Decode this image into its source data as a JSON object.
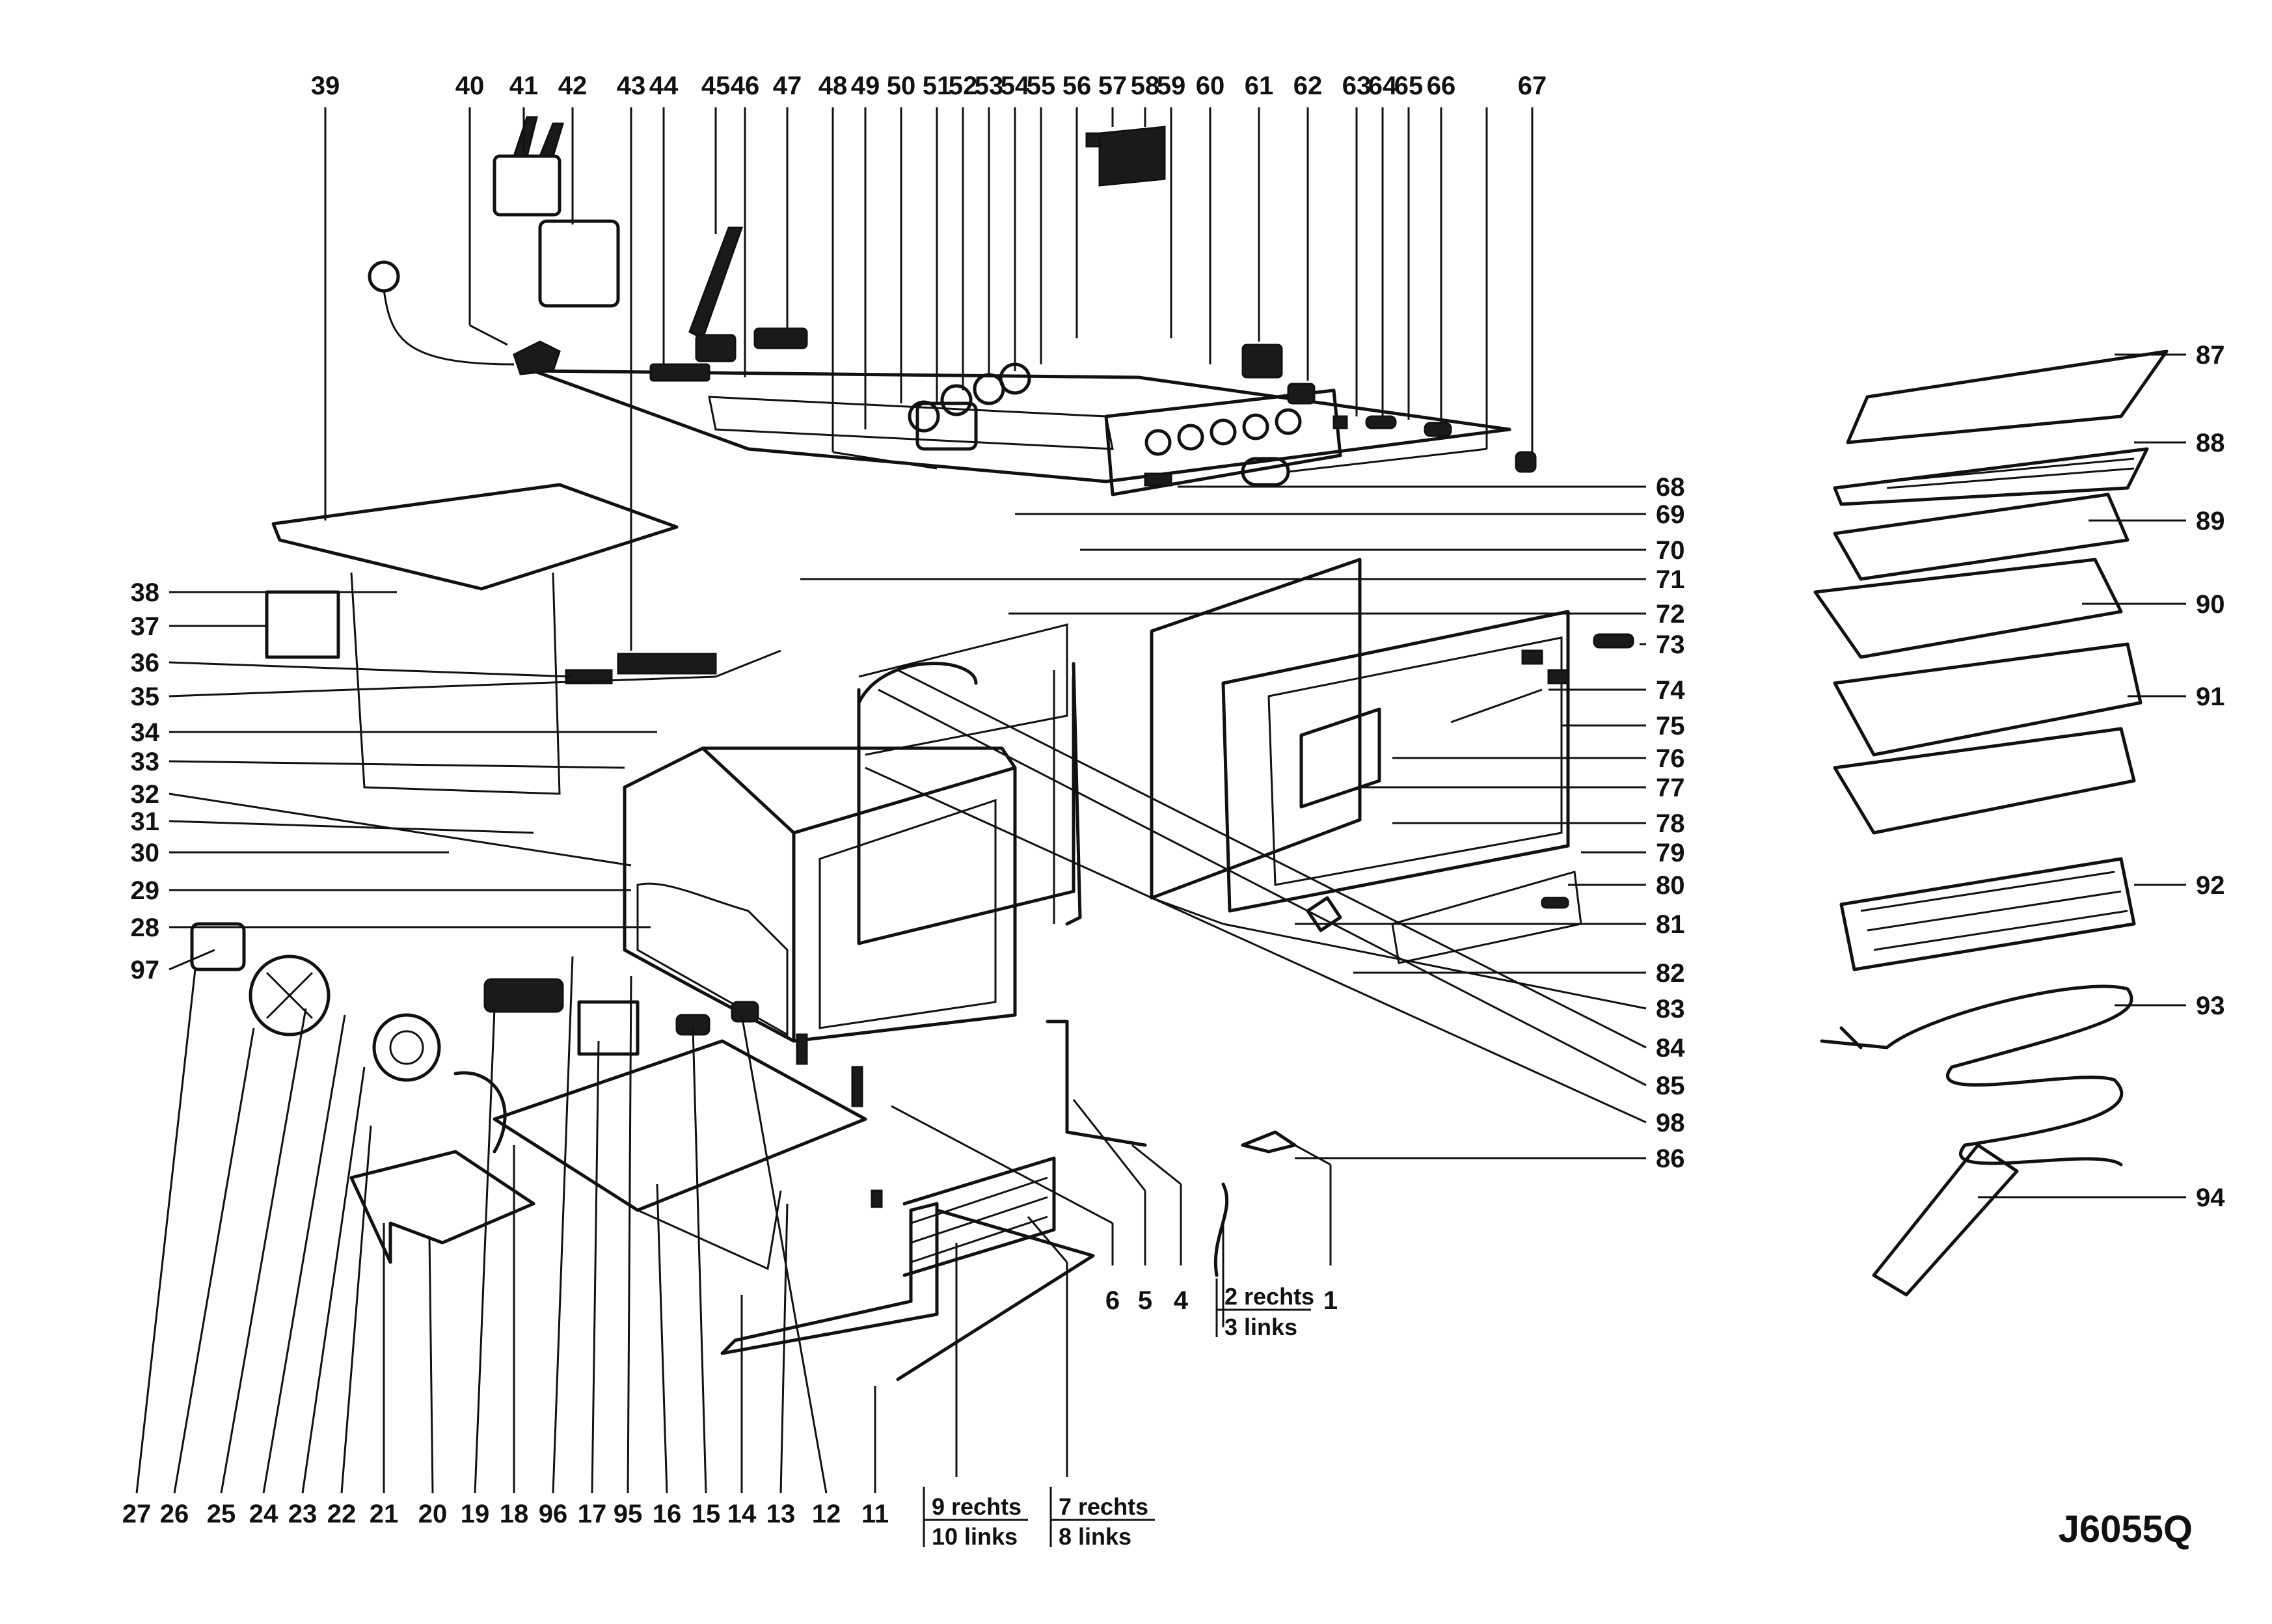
{
  "drawing_code": "J6055Q",
  "top_callouts": [
    "39",
    "40",
    "41",
    "42",
    "43",
    "44",
    "45",
    "46",
    "47",
    "48",
    "49",
    "50",
    "51",
    "52",
    "53",
    "54",
    "55",
    "56",
    "57",
    "58",
    "59",
    "60",
    "61",
    "62",
    "63",
    "64",
    "65",
    "66",
    "67"
  ],
  "right_callouts": [
    "68",
    "69",
    "70",
    "71",
    "72",
    "73",
    "74",
    "75",
    "76",
    "77",
    "78",
    "79",
    "80",
    "81",
    "82",
    "83",
    "84",
    "85",
    "98",
    "86"
  ],
  "far_right_callouts": [
    "87",
    "88",
    "89",
    "90",
    "91",
    "92",
    "93",
    "94"
  ],
  "left_callouts": [
    "38",
    "37",
    "36",
    "35",
    "34",
    "33",
    "32",
    "31",
    "30",
    "29",
    "28",
    "97"
  ],
  "bottom_callouts": [
    "27",
    "26",
    "25",
    "24",
    "23",
    "22",
    "21",
    "20",
    "19",
    "18",
    "96",
    "17",
    "95",
    "16",
    "15",
    "14",
    "13",
    "12",
    "11"
  ],
  "mid_callouts": [
    "6",
    "5",
    "4",
    "1"
  ],
  "notes": {
    "pair_2_3": {
      "line1": "2 rechts",
      "line2": "3 links"
    },
    "pair_9_10": {
      "line1": "9 rechts",
      "line2": "10 links"
    },
    "pair_7_8": {
      "line1": "7 rechts",
      "line2": "8 links"
    }
  }
}
